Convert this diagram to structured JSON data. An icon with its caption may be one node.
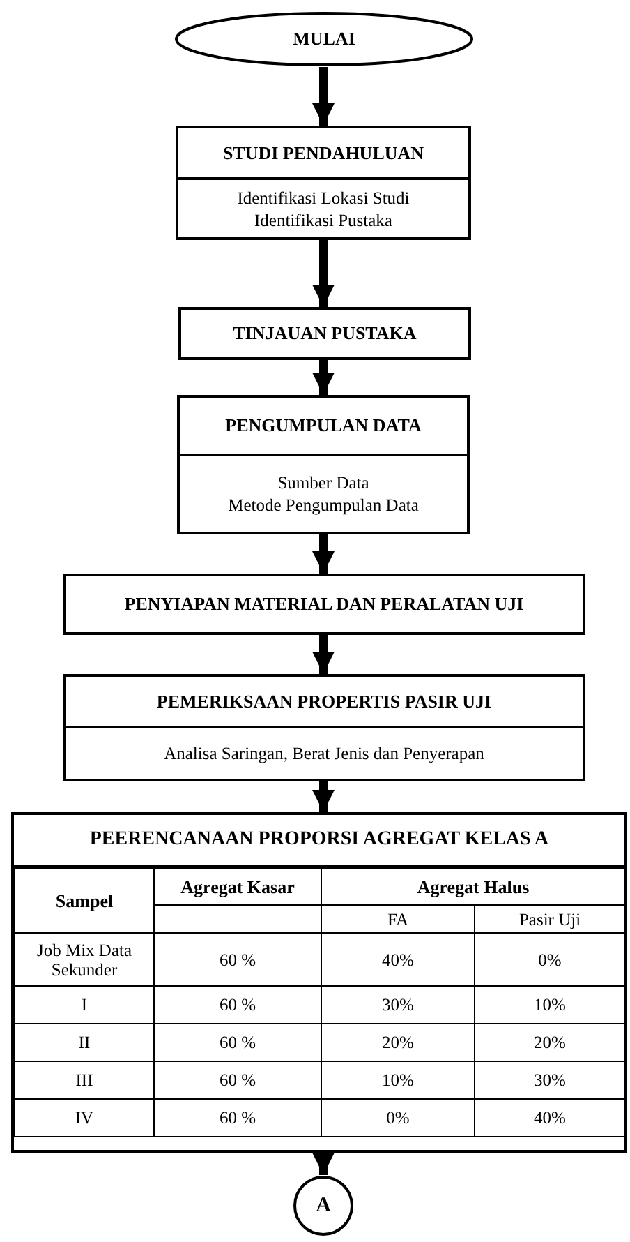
{
  "diagram": {
    "nodes": [
      {
        "text": [
          "MULAI"
        ]
      },
      {
        "text": [
          "STUDI PENDAHULUAN",
          "Identifikasi Lokasi Studi",
          "Identifikasi Pustaka"
        ]
      },
      {
        "text": [
          "TINJAUAN PUSTAKA"
        ]
      },
      {
        "text": [
          "PENGUMPULAN DATA",
          "Sumber Data",
          "Metode Pengumpulan Data"
        ]
      },
      {
        "text": [
          "PENYIAPAN MATERIAL DAN PERALATAN UJI"
        ]
      },
      {
        "text": [
          "PEMERIKSAAN PROPERTIS PASIR UJI",
          "Analisa Saringan, Berat Jenis dan Penyerapan"
        ]
      },
      {
        "text": [
          "PEERENCANAAN PROPORSI AGREGAT KELAS A"
        ]
      },
      {
        "text": [
          "A"
        ]
      }
    ],
    "edges": [
      {
        "from": 0,
        "to": 1,
        "arrow": "to"
      },
      {
        "from": 1,
        "to": 2,
        "arrow": "to"
      },
      {
        "from": 2,
        "to": 3,
        "arrow": "to"
      },
      {
        "from": 3,
        "to": 4,
        "arrow": "to"
      },
      {
        "from": 4,
        "to": 5,
        "arrow": "to"
      },
      {
        "from": 5,
        "to": 6,
        "arrow": "to"
      },
      {
        "from": 6,
        "to": 7,
        "arrow": "to"
      }
    ],
    "labels": [
      "Sampel",
      "Agregat Kasar",
      "Agregat Halus",
      "FA",
      "Pasir Uji",
      "Job Mix Data Sekunder",
      "60 %",
      "40%",
      "0%",
      "I",
      "60 %",
      "30%",
      "10%",
      "II",
      "60 %",
      "20%",
      "20%",
      "III",
      "60 %",
      "10%",
      "30%",
      "IV",
      "60 %",
      "0%",
      "40%"
    ]
  }
}
